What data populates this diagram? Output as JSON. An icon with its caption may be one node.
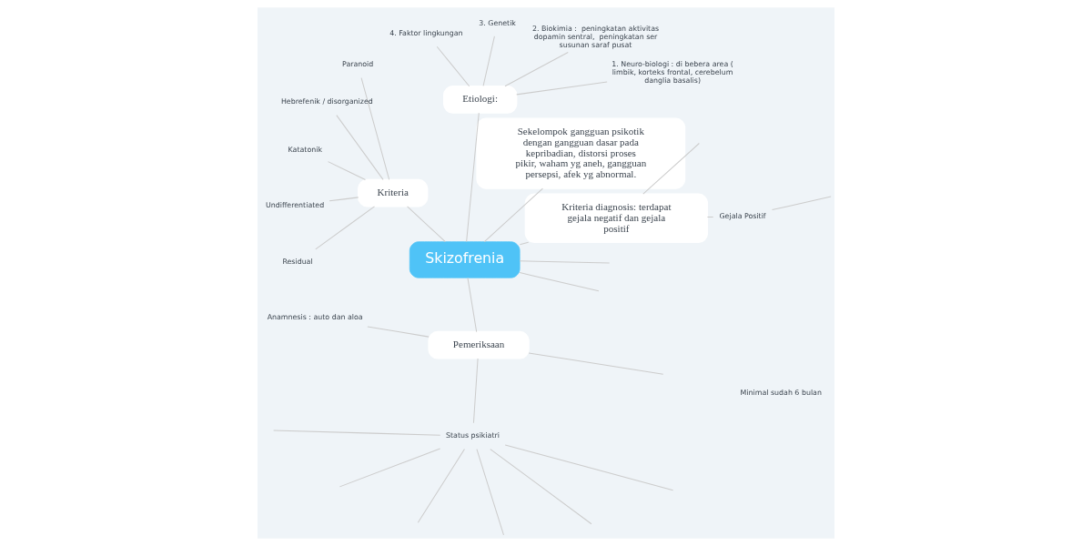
{
  "diagram": {
    "nodes": [
      {
        "text": [
          "Skizofrenia"
        ]
      },
      {
        "text": [
          "Kriteria diagnosis: terdapat gejala negatif dan gejala positif"
        ]
      },
      {
        "text": [
          "Gejala Positif"
        ]
      },
      {
        "text": [
          "Sekelompok gangguan psikotik dengan gangguan dasar pada kepribadian, distorsi proses pikir, waham yg aneh, gangguan persepsi, afek yg abnormal."
        ]
      },
      {
        "text": [
          "Etiologi:"
        ]
      },
      {
        "text": [
          "1. Neuro-biologi : di bebera area ( limbik, korteks frontal, cerebelum danglia basalis)"
        ]
      },
      {
        "text": [
          "2. Biokimia :  peningkatan aktivitas dopamin sentral,  peningkatan ser susunan saraf pusat"
        ]
      },
      {
        "text": [
          "3. Genetik"
        ]
      },
      {
        "text": [
          "4. Faktor lingkungan"
        ]
      },
      {
        "text": [
          "Kriteria"
        ]
      },
      {
        "text": [
          "Paranoid"
        ]
      },
      {
        "text": [
          "Hebrefenik / disorganized"
        ]
      },
      {
        "text": [
          "Katatonik"
        ]
      },
      {
        "text": [
          "Undifferentiated"
        ]
      },
      {
        "text": [
          "Residual"
        ]
      },
      {
        "text": [
          "Pemeriksaan"
        ]
      },
      {
        "text": [
          "Anamnesis : auto dan aloa"
        ]
      },
      {
        "text": [
          "Status psikiatri"
        ]
      },
      {
        "text": [
          "Minimal sudah 6 bulan"
        ]
      }
    ],
    "edges": [
      {
        "from": 0,
        "to": 1,
        "arrow": "none"
      },
      {
        "from": 0,
        "to": 3,
        "arrow": "none"
      },
      {
        "from": 0,
        "to": 4,
        "arrow": "none"
      },
      {
        "from": 0,
        "to": 9,
        "arrow": "none"
      },
      {
        "from": 0,
        "to": 15,
        "arrow": "none"
      },
      {
        "from": 0,
        "to": null,
        "arrow": "none"
      },
      {
        "from": 0,
        "to": null,
        "arrow": "none"
      },
      {
        "from": 1,
        "to": 2,
        "arrow": "none"
      },
      {
        "from": 1,
        "to": null,
        "arrow": "none"
      },
      {
        "from": 2,
        "to": null,
        "arrow": "none"
      },
      {
        "from": 4,
        "to": 5,
        "arrow": "none"
      },
      {
        "from": 4,
        "to": 6,
        "arrow": "none"
      },
      {
        "from": 4,
        "to": 7,
        "arrow": "none"
      },
      {
        "from": 4,
        "to": 8,
        "arrow": "none"
      },
      {
        "from": 9,
        "to": 10,
        "arrow": "none"
      },
      {
        "from": 9,
        "to": 11,
        "arrow": "none"
      },
      {
        "from": 9,
        "to": 12,
        "arrow": "none"
      },
      {
        "from": 9,
        "to": 13,
        "arrow": "none"
      },
      {
        "from": 9,
        "to": 14,
        "arrow": "none"
      },
      {
        "from": 15,
        "to": 16,
        "arrow": "none"
      },
      {
        "from": 15,
        "to": 17,
        "arrow": "none"
      },
      {
        "from": 15,
        "to": null,
        "arrow": "none"
      },
      {
        "from": 17,
        "to": null,
        "arrow": "none"
      },
      {
        "from": 17,
        "to": null,
        "arrow": "none"
      },
      {
        "from": 17,
        "to": null,
        "arrow": "none"
      },
      {
        "from": 17,
        "to": null,
        "arrow": "none"
      },
      {
        "from": 17,
        "to": null,
        "arrow": "none"
      },
      {
        "from": 17,
        "to": null,
        "arrow": "none"
      }
    ]
  }
}
